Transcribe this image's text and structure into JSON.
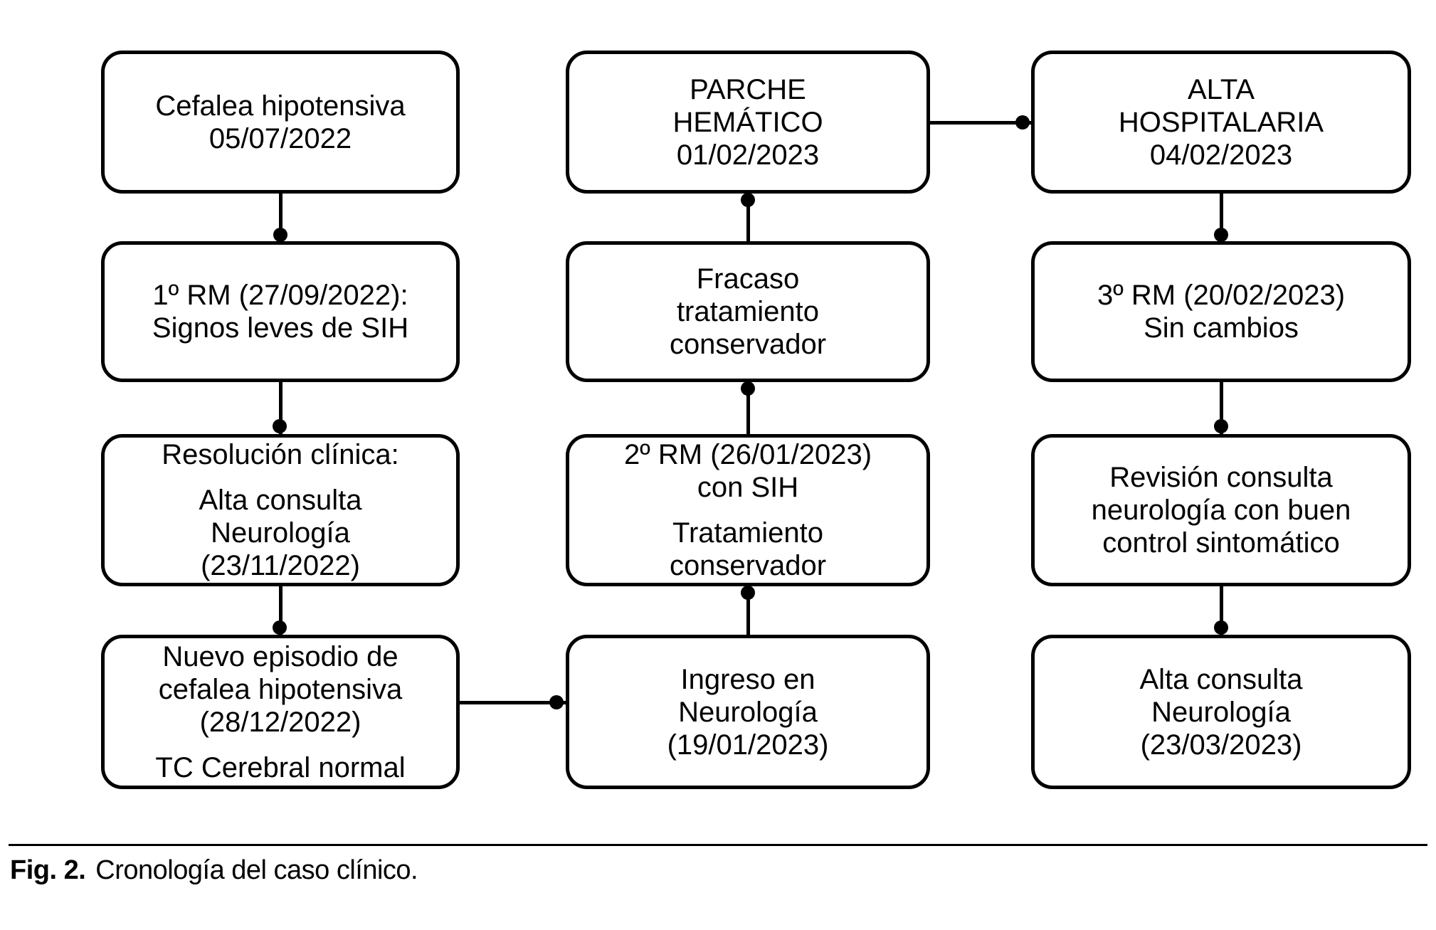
{
  "figure_caption": {
    "label": "Fig. 2.",
    "text": "Cronología del caso clínico."
  },
  "flowchart": {
    "colors": {
      "line": "#000000",
      "box_border": "#000000",
      "background": "#ffffff",
      "text": "#000000"
    },
    "nodes": {
      "cefalea": {
        "paragraphs": [
          "Cefalea hipotensiva\n05/07/2022"
        ]
      },
      "rm1": {
        "paragraphs": [
          "1º RM (27/09/2022):\nSignos leves de SIH"
        ]
      },
      "resolucion": {
        "paragraphs": [
          "Resolución clínica:",
          "Alta consulta\nNeurología\n(23/11/2022)"
        ]
      },
      "nuevo_episodio": {
        "paragraphs": [
          "Nuevo episodio de\ncefalea hipotensiva\n(28/12/2022)",
          "TC Cerebral normal"
        ]
      },
      "parche": {
        "paragraphs": [
          "PARCHE\nHEMÁTICO\n01/02/2023"
        ]
      },
      "fracaso": {
        "paragraphs": [
          "Fracaso\ntratamiento\nconservador"
        ]
      },
      "rm2": {
        "paragraphs": [
          "2º RM (26/01/2023)\ncon SIH",
          "Tratamiento\nconservador"
        ]
      },
      "ingreso": {
        "paragraphs": [
          "Ingreso en\nNeurología\n(19/01/2023)"
        ]
      },
      "alta_hospitalaria": {
        "paragraphs": [
          "ALTA\nHOSPITALARIA\n04/02/2023"
        ]
      },
      "rm3": {
        "paragraphs": [
          "3º RM (20/02/2023)\nSin cambios"
        ]
      },
      "revision": {
        "paragraphs": [
          "Revisión consulta\nneurología con buen\ncontrol sintomático"
        ]
      },
      "alta_consulta": {
        "paragraphs": [
          "Alta consulta\nNeurología\n(23/03/2023)"
        ]
      }
    },
    "edges": [
      {
        "from": "cefalea",
        "to": "rm1"
      },
      {
        "from": "rm1",
        "to": "resolucion"
      },
      {
        "from": "resolucion",
        "to": "nuevo_episodio"
      },
      {
        "from": "nuevo_episodio",
        "to": "ingreso"
      },
      {
        "from": "ingreso",
        "to": "rm2"
      },
      {
        "from": "rm2",
        "to": "fracaso"
      },
      {
        "from": "fracaso",
        "to": "parche"
      },
      {
        "from": "parche",
        "to": "alta_hospitalaria"
      },
      {
        "from": "alta_hospitalaria",
        "to": "rm3"
      },
      {
        "from": "rm3",
        "to": "revision"
      },
      {
        "from": "revision",
        "to": "alta_consulta"
      }
    ]
  }
}
